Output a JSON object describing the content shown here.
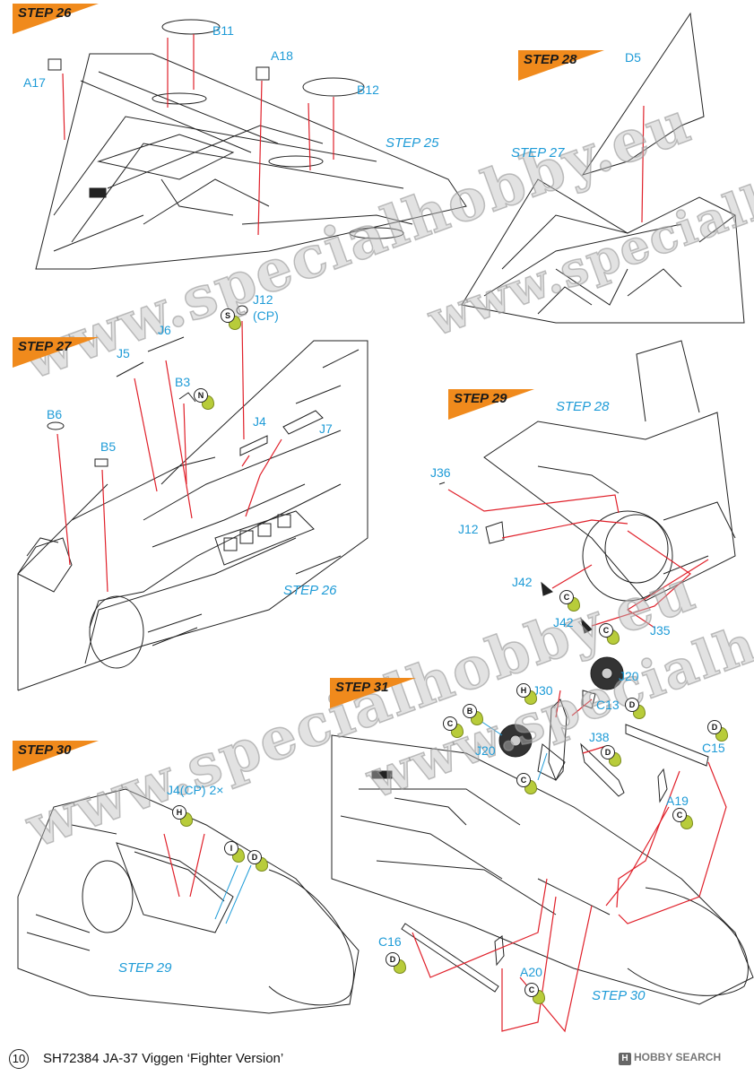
{
  "steps": {
    "s26": "STEP 26",
    "s27": "STEP 27",
    "s28": "STEP 28",
    "s29": "STEP 29",
    "s30": "STEP 30",
    "s31": "STEP 31"
  },
  "step_refs": {
    "r25": "STEP 25",
    "r27": "STEP 27",
    "r26": "STEP 26",
    "r28": "STEP 28",
    "r29": "STEP 29",
    "r30": "STEP 30"
  },
  "parts": {
    "b11": "B11",
    "a18": "A18",
    "a17": "A17",
    "b12": "B12",
    "d5": "D5",
    "j12cp": "J12",
    "cp": "(CP)",
    "j6": "J6",
    "j5": "J5",
    "b3": "B3",
    "b6": "B6",
    "j4": "J4",
    "j7": "J7",
    "b5": "B5",
    "j36": "J36",
    "j12": "J12",
    "j42a": "J42",
    "j42b": "J42",
    "j35": "J35",
    "j20a": "J20",
    "j30": "J30",
    "c13": "C13",
    "j20b": "J20",
    "j38": "J38",
    "c15": "C15",
    "a19": "A19",
    "c16": "C16",
    "a20": "A20",
    "j4cp": "J4(CP) 2×"
  },
  "paint_codes": {
    "s": "S",
    "n": "N",
    "c1": "C",
    "c2": "C",
    "h1": "H",
    "b": "B",
    "c3": "C",
    "c4": "C",
    "d1": "D",
    "d2": "D",
    "d3": "D",
    "c5": "C",
    "d4": "D",
    "c6": "C",
    "h2": "H",
    "i": "I",
    "d5": "D"
  },
  "watermark": "www.specialhobby.eu",
  "footer": {
    "page_number": "10",
    "title": "SH72384   JA-37 Viggen ‘Fighter Version’",
    "logo": "HOBBY SEARCH",
    "logo_box": "H"
  },
  "colors": {
    "step_tag": "#f08a1c",
    "callout": "#1e9bd7",
    "leader_line": "#e0202a",
    "paint_drop": "#b8cc3a"
  }
}
